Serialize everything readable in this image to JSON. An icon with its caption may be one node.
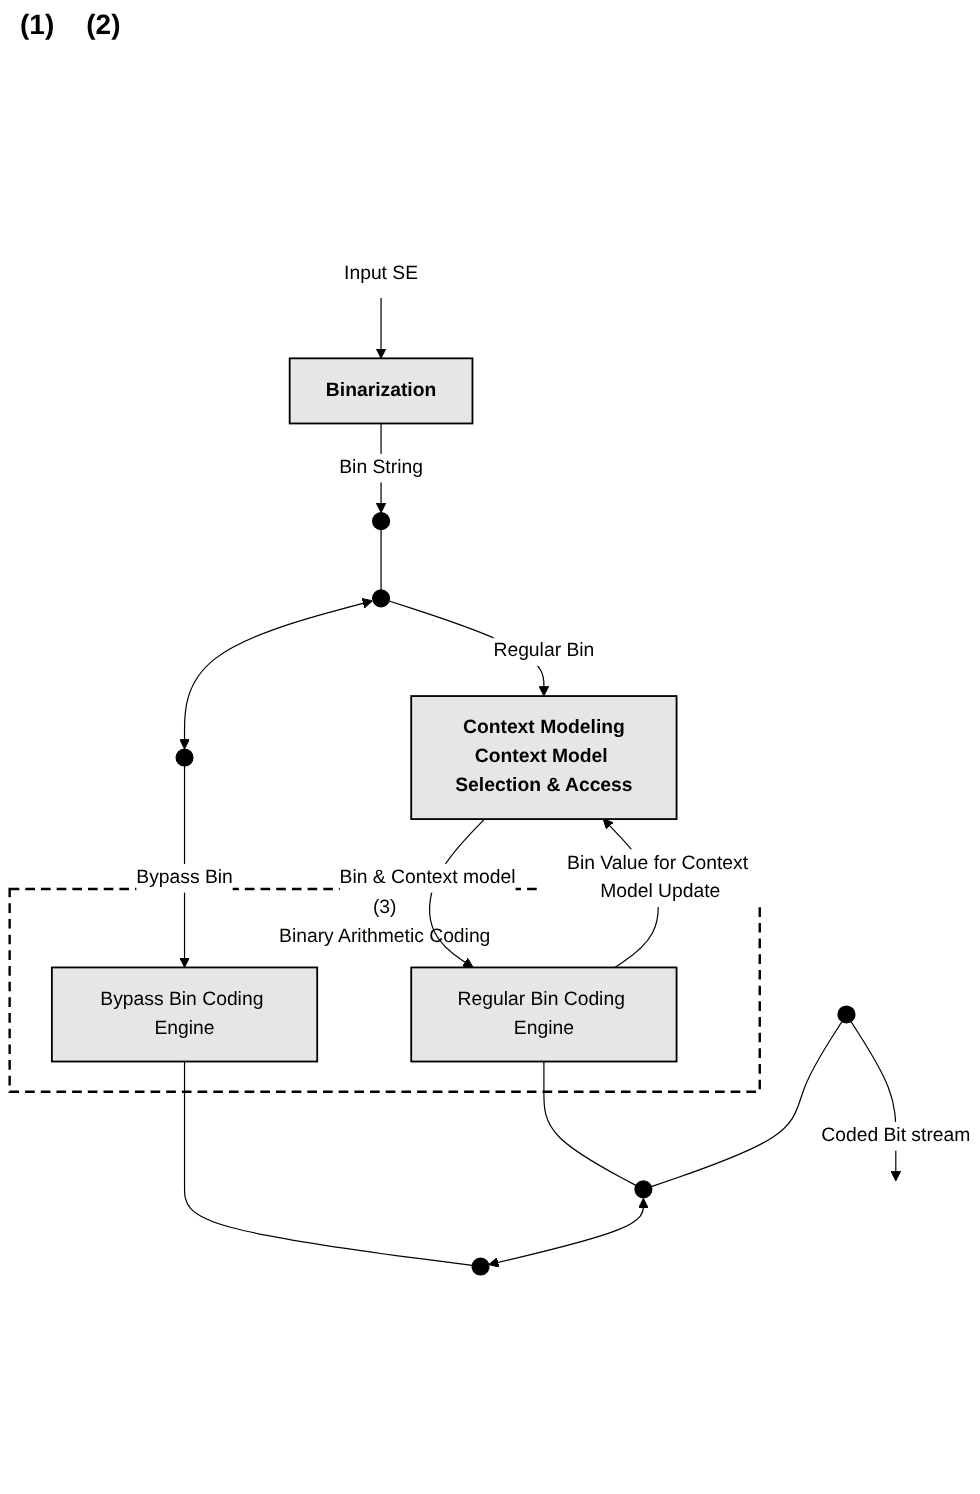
{
  "diagram": {
    "nodes": [
      {
        "text": [
          "Input SE"
        ]
      },
      {
        "text": [
          "Binarization"
        ]
      },
      {
        "text": [],
        "shape": "circle"
      },
      {
        "text": [],
        "shape": "circle"
      },
      {
        "text": [],
        "shape": "circle"
      },
      {
        "text": [
          "Context Modeling",
          "Context Model Selection & Access"
        ]
      },
      {
        "text": [
          "(3)",
          "Binary Arithmetic Coding"
        ]
      },
      {
        "text": [
          "Regular Bin Coding Engine"
        ],
        "in": 6
      },
      {
        "text": [
          "Bypass Bin Coding Engine"
        ],
        "in": 6
      },
      {
        "text": [],
        "shape": "circle"
      },
      {
        "text": [],
        "shape": "circle"
      },
      {
        "text": [],
        "shape": "circle"
      }
    ],
    "edges": [
      {
        "from": 0,
        "to": 1,
        "arrow": "to"
      },
      {
        "from": 1,
        "to": 2,
        "arrow": "to",
        "label": "Bin String"
      },
      {
        "from": 2,
        "to": 3,
        "arrow": "none"
      },
      {
        "from": 3,
        "to": 4,
        "arrow": "both"
      },
      {
        "from": 3,
        "to": 5,
        "arrow": "to",
        "label": "Regular Bin"
      },
      {
        "from": 4,
        "to": 8,
        "arrow": "to",
        "label": "Bypass Bin"
      },
      {
        "from": 5,
        "to": 7,
        "arrow": "to",
        "label": "Bin & Context model"
      },
      {
        "from": 7,
        "to": 5,
        "arrow": "to",
        "label": "Bin Value for Context Model Update"
      },
      {
        "from": 7,
        "to": 9,
        "arrow": "none"
      },
      {
        "from": 8,
        "to": 10,
        "arrow": "none"
      },
      {
        "from": 9,
        "to": 10,
        "arrow": "both"
      },
      {
        "from": 11,
        "to": 9,
        "arrow": "none"
      },
      {
        "from": 11,
        "to": null,
        "arrow": "to",
        "label": "Coded Bit stream"
      }
    ],
    "labels": [
      "(1)",
      "(2)"
    ]
  }
}
